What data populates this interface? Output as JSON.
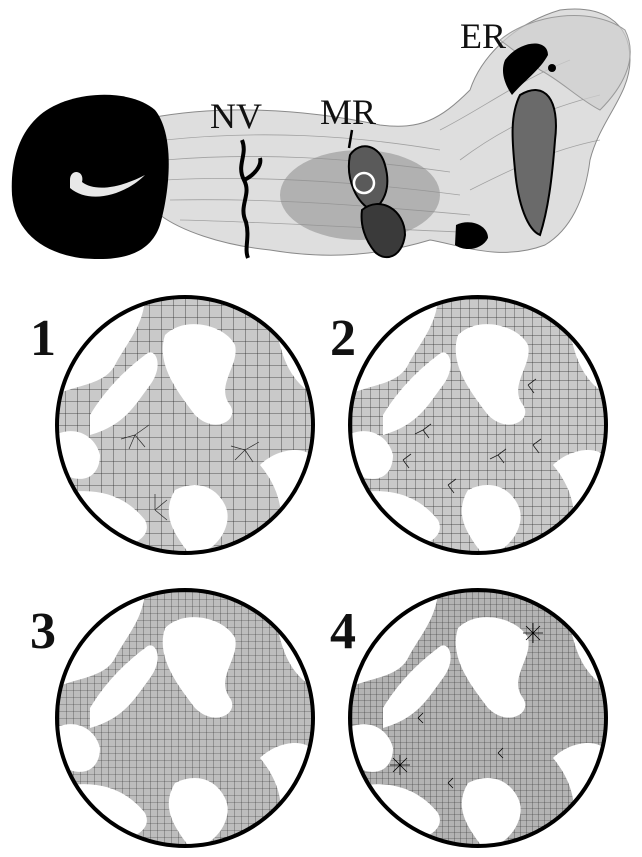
{
  "top_labels": {
    "nv": "NV",
    "mr": "MR",
    "er": "ER"
  },
  "panels": [
    {
      "number": "1",
      "mesh": "coarse"
    },
    {
      "number": "2",
      "mesh": "medium"
    },
    {
      "number": "3",
      "mesh": "fine"
    },
    {
      "number": "4",
      "mesh": "fine-plus"
    }
  ],
  "colors": {
    "background": "#ffffff",
    "tissue_fill": "#c9c9c9",
    "mesh_line": "#2a2a2a",
    "ring": "#000000",
    "organ_tint": "#b8b8b8",
    "dark_structure": "#000000"
  }
}
